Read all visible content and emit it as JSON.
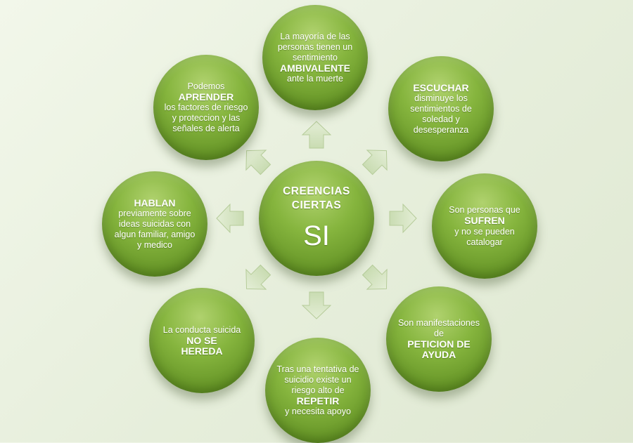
{
  "center": {
    "line1": "CREENCIAS",
    "line2": "CIERTAS",
    "answer": "SI"
  },
  "nodes": {
    "top": {
      "t1": "La mayoría de las personas tienen un sentimiento",
      "bold": "AMBIVALENTE",
      "t2": "ante la muerte"
    },
    "tr": {
      "bold": "ESCUCHAR",
      "t2": "disminuye los sentimientos de soledad y desesperanza"
    },
    "right": {
      "t1": "Son personas que",
      "bold": "SUFREN",
      "t2": "y no se pueden catalogar"
    },
    "br": {
      "t1": "Son manifestaciones de",
      "bold": "PETICION DE AYUDA"
    },
    "bottom": {
      "t1": "Tras una tentativa de suicidio existe un riesgo alto de",
      "bold": "REPETIR",
      "t2": "y necesita apoyo"
    },
    "bl": {
      "t1": "La conducta suicida",
      "bold": "NO SE HEREDA"
    },
    "left": {
      "bold": "HABLAN",
      "t2": "previamente sobre ideas suicidas con algun familiar, amigo y medico"
    },
    "tl": {
      "t1": "Podemos",
      "bold": "APRENDER",
      "t2": "los factores de riesgo y proteccion y las señales de alerta"
    }
  },
  "colors": {
    "circle": "#7aab34",
    "circle_dark": "#5f8e22",
    "arrow": "#c9dcb2",
    "background": "#e8efdd",
    "text": "#ffffff"
  },
  "icons": {
    "arrows": "block-arrow-icon"
  }
}
